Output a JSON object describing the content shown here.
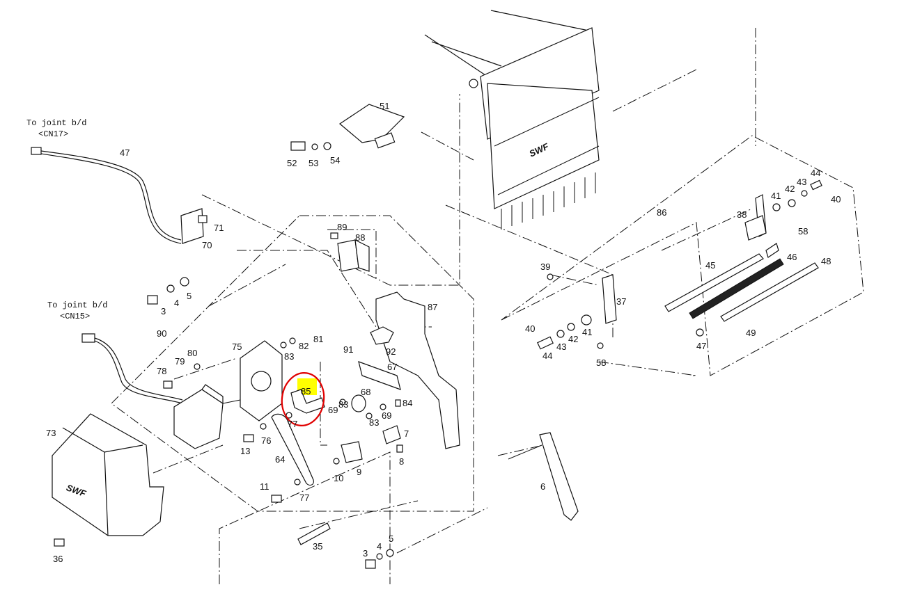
{
  "callouts": {
    "joint_cn17_line1": "To joint b/d",
    "joint_cn17_line2": "<CN17>",
    "joint_cn15_line1": "To joint b/d",
    "joint_cn15_line2": "<CN15>"
  },
  "highlight": {
    "part": "85",
    "marker_color": "#ffff00",
    "circle_color": "#e00000"
  },
  "labels": {
    "p3a": "3",
    "p4a": "4",
    "p5a": "5",
    "p3b": "3",
    "p4b": "4",
    "p5b": "5",
    "p6": "6",
    "p7": "7",
    "p8": "8",
    "p9": "9",
    "p10": "10",
    "p11": "11",
    "p13": "13",
    "p35": "35",
    "p36": "36",
    "p37": "37",
    "p38": "38",
    "p39": "39",
    "p40a": "40",
    "p40b": "40",
    "p41a": "41",
    "p41b": "41",
    "p42a": "42",
    "p42b": "42",
    "p43a": "43",
    "p43b": "43",
    "p44a": "44",
    "p44b": "44",
    "p45": "45",
    "p46": "46",
    "p47a": "47",
    "p47b": "47",
    "p48": "48",
    "p49": "49",
    "p51": "51",
    "p52": "52",
    "p53": "53",
    "p54": "54",
    "p58a": "58",
    "p58b": "58",
    "p64": "64",
    "p67": "67",
    "p68": "68",
    "p69a": "69",
    "p69b": "69",
    "p70": "70",
    "p71": "71",
    "p73": "73",
    "p75": "75",
    "p76": "76",
    "p77a": "77",
    "p77b": "77",
    "p78": "78",
    "p79": "79",
    "p80": "80",
    "p81": "81",
    "p82": "82",
    "p83a": "83",
    "p83b": "83",
    "p83c": "83",
    "p84": "84",
    "p85": "85",
    "p86": "86",
    "p87": "87",
    "p88": "88",
    "p89": "89",
    "p90": "90",
    "p91": "91",
    "p92": "92"
  }
}
